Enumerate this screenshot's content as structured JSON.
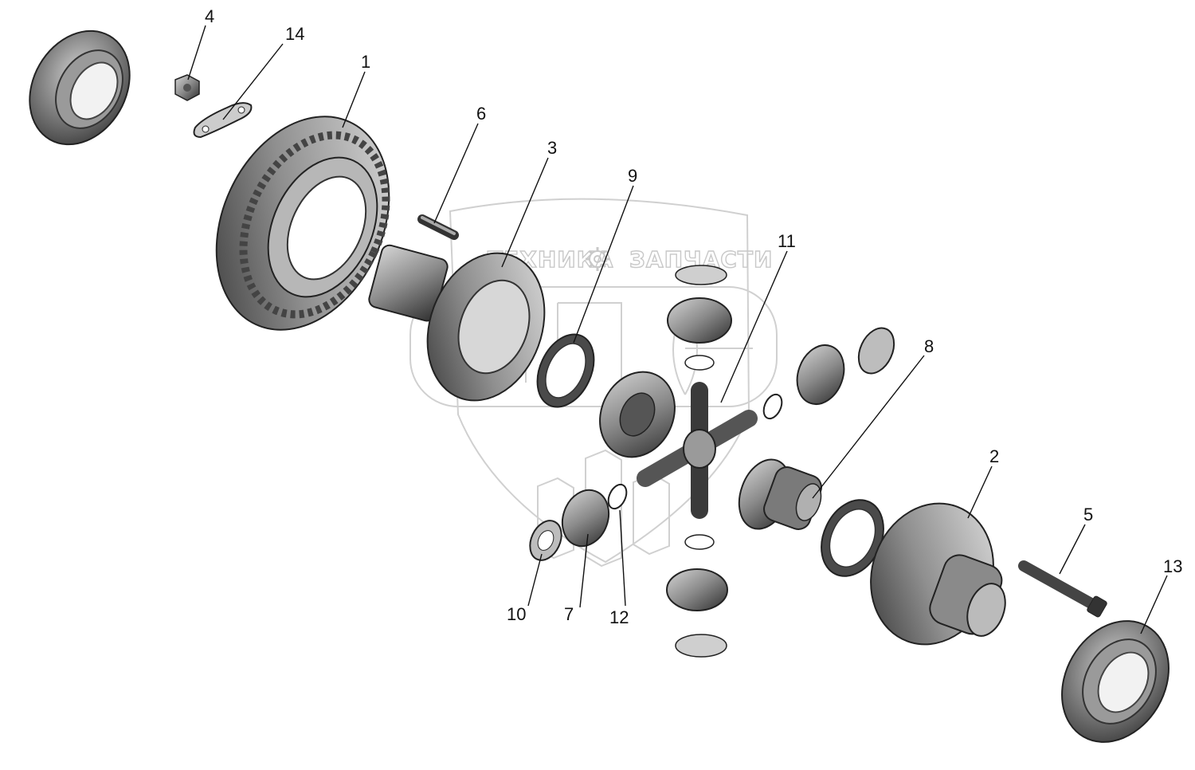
{
  "watermark": {
    "text_left": "ТЕХНИКА",
    "text_right": "ЗАПЧАСТИ",
    "icon": "gear-icon"
  },
  "callouts": {
    "c1": "1",
    "c2": "2",
    "c3": "3",
    "c4": "4",
    "c5": "5",
    "c6": "6",
    "c7": "7",
    "c8": "8",
    "c9": "9",
    "c10": "10",
    "c11": "11",
    "c12": "12",
    "c13": "13",
    "c14": "14"
  },
  "colors": {
    "part_dark": "#3a3a3a",
    "part_mid": "#7a7a7a",
    "part_light": "#bdbdbd",
    "watermark": "#d0d0d0"
  }
}
